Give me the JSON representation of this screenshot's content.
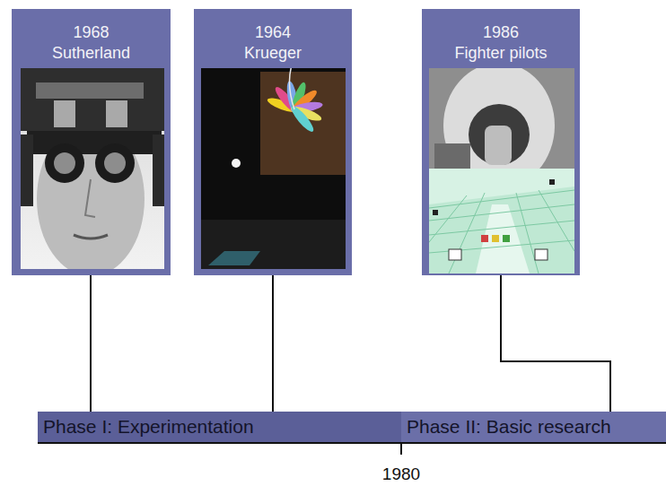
{
  "diagram": {
    "nodes": [
      {
        "text": [
          "1968",
          "Sutherland"
        ]
      },
      {
        "text": [
          "1964",
          "Krueger"
        ]
      },
      {
        "text": [
          "1986",
          "Fighter pilots"
        ]
      },
      {
        "text": [
          "Phase I: Experimentation"
        ]
      },
      {
        "text": [
          "Phase II: Basic research"
        ]
      }
    ],
    "edges": [
      {
        "from": 0,
        "to": 3,
        "arrow": "none"
      },
      {
        "from": 1,
        "to": 3,
        "arrow": "none"
      },
      {
        "from": 2,
        "to": 4,
        "arrow": "none"
      }
    ],
    "labels": [
      "1980"
    ]
  }
}
